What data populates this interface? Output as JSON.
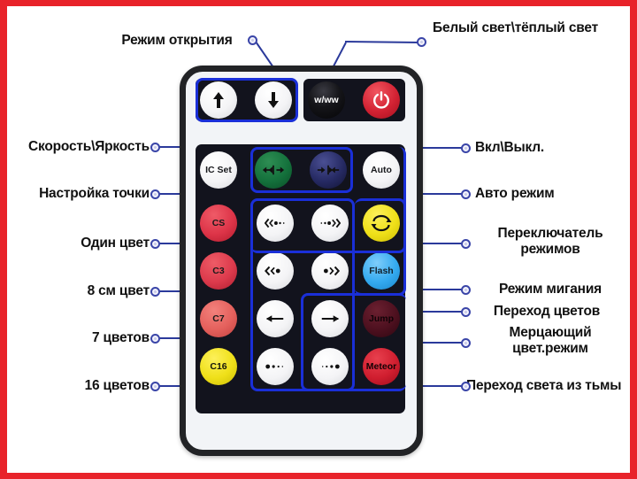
{
  "page": {
    "border_color": "#e8232a",
    "background": "#ffffff",
    "leader_color": "#2b3a9b",
    "highlight_color": "#1a2fd8"
  },
  "callouts": {
    "top": [
      {
        "id": "open-mode",
        "text": "Режим открытия",
        "dot": [
          278,
          38
        ]
      },
      {
        "id": "white-warm",
        "text": "Белый свет\\тёплый свет",
        "dot": [
          475,
          39
        ]
      }
    ],
    "left": [
      {
        "id": "speed-brightness",
        "text": "Скорость\\Яркость",
        "dot": [
          168,
          160
        ]
      },
      {
        "id": "point-setup",
        "text": "Настройка точки",
        "dot": [
          168,
          213
        ]
      },
      {
        "id": "one-color",
        "text": "Один цвет",
        "dot": [
          168,
          269
        ]
      },
      {
        "id": "eight-cm-color",
        "text": "8 см цвет",
        "dot": [
          168,
          323
        ]
      },
      {
        "id": "seven-colors",
        "text": "7 цветов",
        "dot": [
          168,
          376
        ]
      },
      {
        "id": "sixteen-colors",
        "text": "16 цветов",
        "dot": [
          168,
          430
        ]
      }
    ],
    "right": [
      {
        "id": "on-off",
        "text": "Вкл\\Выкл.",
        "dot": [
          519,
          161
        ]
      },
      {
        "id": "auto-mode",
        "text": "Авто режим",
        "dot": [
          519,
          213
        ]
      },
      {
        "id": "mode-switch",
        "text": "Переключатель\nрежимов",
        "dot": [
          519,
          269
        ]
      },
      {
        "id": "flash-mode",
        "text": "Режим мигания",
        "dot": [
          519,
          321
        ]
      },
      {
        "id": "color-jump",
        "text": "Переход цветов",
        "dot": [
          519,
          346
        ]
      },
      {
        "id": "flicker-mode",
        "text": "Мерцающий\nцвет.режим",
        "dot": [
          519,
          381
        ]
      },
      {
        "id": "meteor-mode",
        "text": "Переход света из тьмы",
        "dot": [
          519,
          430
        ]
      }
    ]
  },
  "remote": {
    "rows": {
      "top_row": [
        {
          "id": "speed-up",
          "label": "",
          "icon": "arrow-up-icon",
          "style": "b-white"
        },
        {
          "id": "speed-down",
          "label": "",
          "icon": "arrow-down-icon",
          "style": "b-white"
        },
        {
          "id": "w-ww",
          "label": "w/ww",
          "icon": "",
          "style": "b-black"
        },
        {
          "id": "power",
          "label": "",
          "icon": "power-icon",
          "style": "b-red"
        }
      ],
      "second_row": [
        {
          "id": "ic-set",
          "label": "IC Set",
          "icon": "",
          "style": "b-white"
        },
        {
          "id": "expand",
          "label": "",
          "icon": "expand-icon",
          "style": "b-green"
        },
        {
          "id": "contract",
          "label": "",
          "icon": "contract-icon",
          "style": "b-navy"
        },
        {
          "id": "auto",
          "label": "Auto",
          "icon": "",
          "style": "b-white"
        }
      ]
    },
    "left_column": [
      {
        "id": "cs",
        "label": "CS",
        "style": "b-crimson"
      },
      {
        "id": "c3",
        "label": "C3",
        "style": "b-crimson2"
      },
      {
        "id": "c7",
        "label": "C7",
        "style": "b-salmon"
      },
      {
        "id": "c16",
        "label": "C16",
        "style": "b-yellow"
      }
    ],
    "center_grid": [
      {
        "id": "rewind-fast",
        "icon": "double-chevron-left-dot-icon"
      },
      {
        "id": "forward-fast",
        "icon": "dot-double-chevron-right-icon"
      },
      {
        "id": "rewind",
        "icon": "chevron-left-dot-icon"
      },
      {
        "id": "forward",
        "icon": "dot-chevron-right-icon"
      },
      {
        "id": "move-left",
        "icon": "arrow-left-icon"
      },
      {
        "id": "move-right",
        "icon": "arrow-right-icon"
      },
      {
        "id": "trail-left",
        "icon": "dot-trail-left-icon"
      },
      {
        "id": "trail-right",
        "icon": "dot-trail-right-icon"
      }
    ],
    "right_column": [
      {
        "id": "mode-cycle",
        "label": "",
        "icon": "cycle-icon",
        "style": "b-yellow"
      },
      {
        "id": "flash",
        "label": "Flash",
        "icon": "",
        "style": "b-skyblue"
      },
      {
        "id": "jump",
        "label": "Jump",
        "icon": "",
        "style": "b-maroon"
      },
      {
        "id": "meteor",
        "label": "Meteor",
        "icon": "",
        "style": "b-red2"
      }
    ]
  }
}
